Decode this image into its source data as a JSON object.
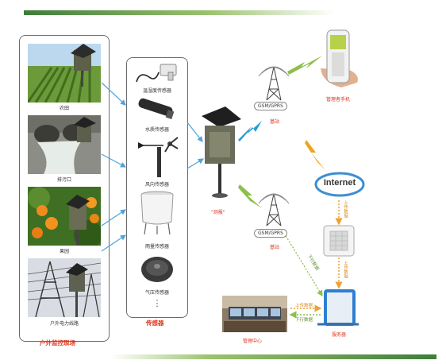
{
  "colors": {
    "accent_green": "#3d7d3a",
    "label_red": "#d9381e",
    "arrow_blue": "#4fa3d8"
  },
  "field_panel": {
    "photos": [
      {
        "label": "农田",
        "icon": "farmland-photo"
      },
      {
        "label": "排污口",
        "icon": "sewage-outlet-photo"
      },
      {
        "label": "果园",
        "icon": "orchard-photo"
      },
      {
        "label": "户外电力线路",
        "icon": "power-line-photo"
      }
    ],
    "title": "户外监控现场"
  },
  "sensor_panel": {
    "sensors": [
      {
        "label": "温湿度传感器",
        "icon": "temp-humidity-sensor-icon"
      },
      {
        "label": "水质传感器",
        "icon": "water-quality-sensor-icon"
      },
      {
        "label": "风向传感器",
        "icon": "wind-direction-sensor-icon"
      },
      {
        "label": "雨量传感器",
        "icon": "rain-gauge-icon"
      },
      {
        "label": "气压传感器",
        "icon": "barometer-icon"
      }
    ],
    "ellipsis": "⋮",
    "title": "传感器"
  },
  "device_label": "\"测报\"",
  "top_network": {
    "station_label": "GSM/GPRS",
    "station_caption": "基站",
    "phone_caption": "管理者手机"
  },
  "bottom_network": {
    "station_label": "GSM/GPRS",
    "station_caption": "基站"
  },
  "internet_label": "Internet",
  "server_caption": "服务器",
  "center_caption": "管理中心",
  "arrows": {
    "upload_left": "上传数据",
    "upload_right": "上传数据",
    "download": "下行数据",
    "upload_h": "上传数据",
    "download_h": "下行数据"
  }
}
